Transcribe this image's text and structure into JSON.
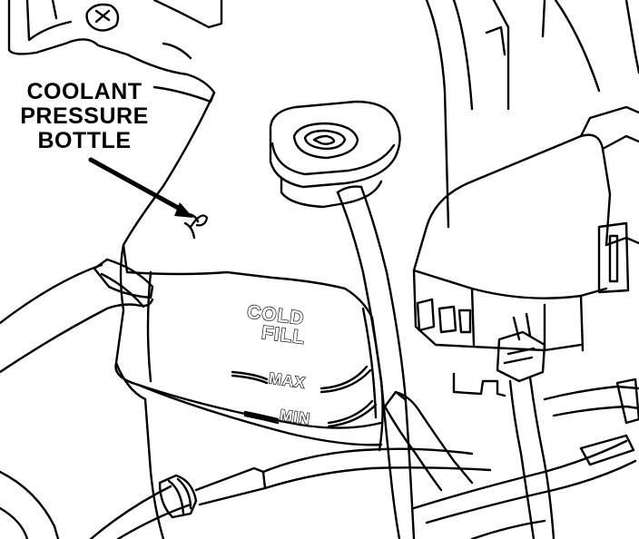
{
  "callout": {
    "lines": [
      "COOLANT",
      "PRESSURE",
      "BOTTLE"
    ]
  },
  "bottle_markings": {
    "cold": "COLD",
    "fill": "FILL",
    "max": "MAX",
    "min": "MIN"
  },
  "colors": {
    "line": "#000000",
    "background": "#ffffff"
  }
}
